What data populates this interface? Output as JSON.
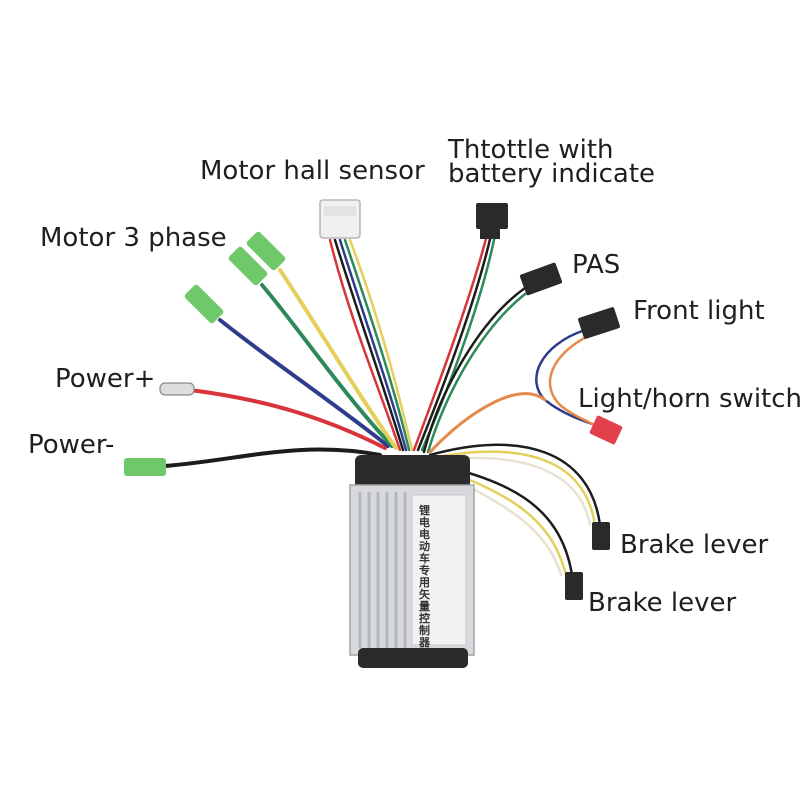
{
  "labels": {
    "motor_hall_sensor": "Motor hall sensor",
    "throttle_line1": "Thtottle with",
    "throttle_line2": "battery indicate",
    "motor_3_phase": "Motor 3 phase",
    "pas": "PAS",
    "front_light": "Front light",
    "power_plus": "Power+",
    "light_horn_switch": "Light/horn switch",
    "power_minus": "Power-",
    "brake_lever_1": "Brake lever",
    "brake_lever_2": "Brake lever"
  },
  "controller_text": "锂电电动车专用矢量控制器",
  "colors": {
    "controller_body": "#d7d9dc",
    "controller_caps": "#2b2b2b",
    "label_sticker": "#f2f2f0",
    "connector_green": "#6fc86a",
    "connector_black": "#2a2a2a",
    "connector_red": "#e2404a",
    "connector_white": "#f0f0f0",
    "wire_red": "#d8343c",
    "wire_black": "#1c1c1c",
    "wire_blue": "#2e3c8c",
    "wire_green": "#2c8a5a",
    "wire_yellow": "#e3cf5a",
    "wire_orange": "#e58a4a",
    "wire_white": "#e8e2d2"
  }
}
